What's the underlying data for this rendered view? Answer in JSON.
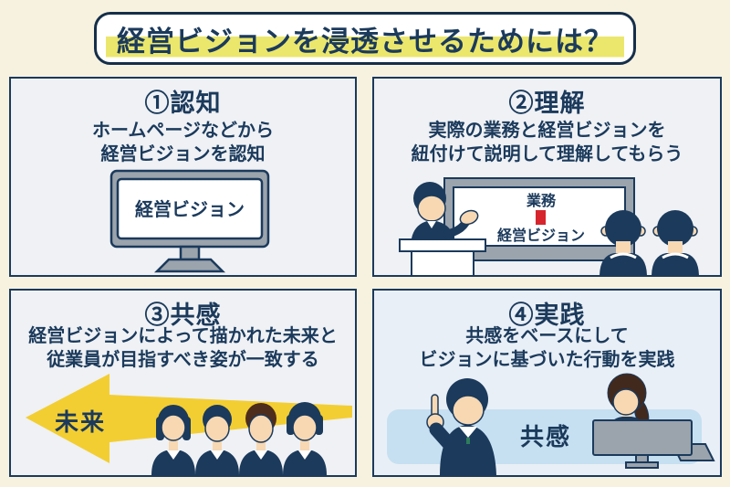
{
  "title": {
    "text": "経営ビジョンを浸透させるためには？"
  },
  "panels": {
    "ninchi": {
      "heading": "①認知",
      "line1": "ホームページなどから",
      "line2": "経営ビジョンを認知",
      "monitor_label": "経営ビジョン"
    },
    "rikai": {
      "heading": "②理解",
      "line1": "実際の業務と経営ビジョンを",
      "line2": "紐付けて説明して理解してもらう",
      "board_top": "業務",
      "board_bottom": "経営ビジョン"
    },
    "kyokan": {
      "heading": "③共感",
      "line1": "経営ビジョンによって描かれた未来と",
      "line2": "従業員が目指すべき姿が一致する",
      "arrow_label": "未来"
    },
    "jissen": {
      "heading": "④実践",
      "line1": "共感をベースにして",
      "line2": "ビジョンに基づいた行動を実践",
      "band_label": "共感"
    }
  },
  "colors": {
    "page_background": "#f7f2df",
    "navy": "#1b3a5c",
    "title_highlight_yellow": "#ebe76c",
    "arrow_yellow": "#f3ce32",
    "link_red": "#d7252d",
    "device_gray": "#9ba3ac",
    "skin": "#f7d8b3",
    "empathy_band_blue": "#c6e0f2",
    "panel_background": "#eff1f4"
  }
}
